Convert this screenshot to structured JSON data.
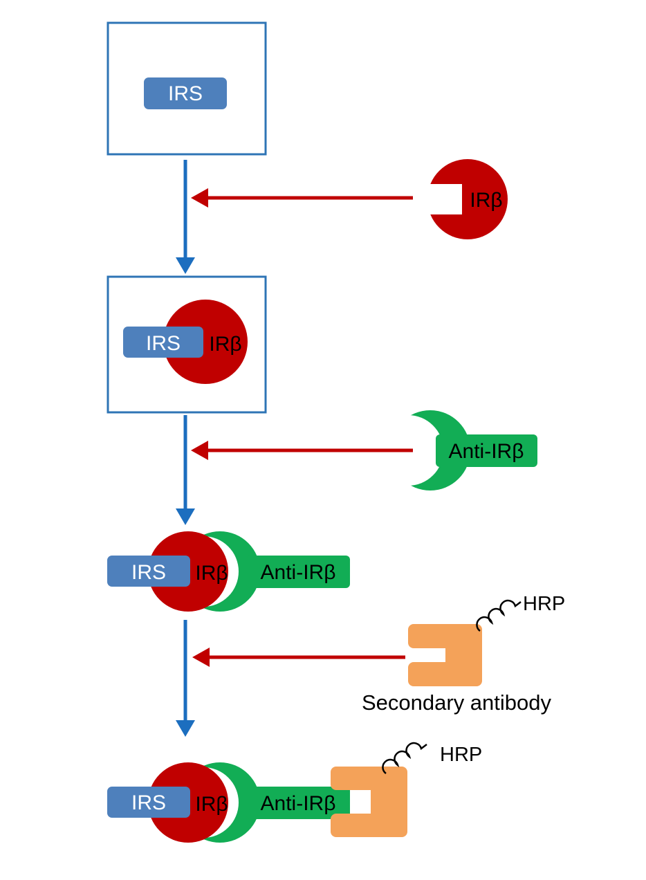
{
  "palette": {
    "box_border": "#2E74B5",
    "flow_arrow": "#1C6EBF",
    "reagent_arrow": "#C00000",
    "irb_red": "#C00000",
    "irs_blue": "#4E80BC",
    "green": "#12AD55",
    "orange": "#F4A259",
    "label_dark": "#000000",
    "label_light": "#FFFFFF",
    "background": "#FFFFFF"
  },
  "stage1": {
    "irs": "IRS"
  },
  "reagent1": {
    "label": "IRβ"
  },
  "stage2": {
    "irs": "IRS",
    "irb": "IRβ"
  },
  "reagent2": {
    "label": "Anti-IRβ"
  },
  "stage3": {
    "irs": "IRS",
    "irb": "IRβ",
    "anti_irb": "Anti-IRβ"
  },
  "reagent3": {
    "name": "Secondary antibody",
    "tag": "HRP"
  },
  "stage4": {
    "irs": "IRS",
    "irb": "IRβ",
    "anti_irb": "Anti-IRβ",
    "tag": "HRP"
  }
}
